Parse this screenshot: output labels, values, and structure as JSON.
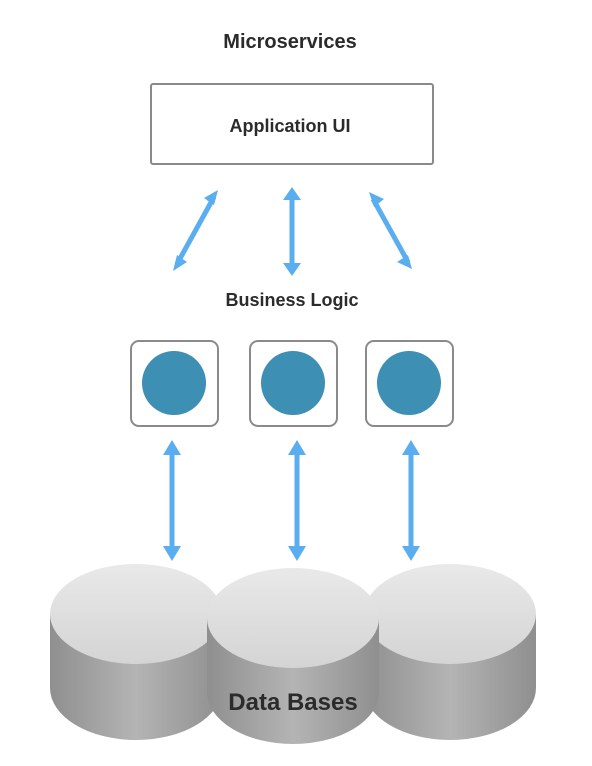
{
  "diagram": {
    "title": "Microservices",
    "ui_box_label": "Application UI",
    "logic_label": "Business Logic",
    "db_label": "Data Bases"
  },
  "colors": {
    "arrow": "#5aaef0",
    "service_fill": "#3d8fb3",
    "box_stroke": "#8a8a8a",
    "db_top": "#dedede",
    "db_side": "#a9a9a9"
  },
  "icons": {
    "arrow": "double-headed-arrow",
    "service": "service-node",
    "database": "database-cylinder"
  },
  "services_count": 3,
  "databases_count": 3
}
